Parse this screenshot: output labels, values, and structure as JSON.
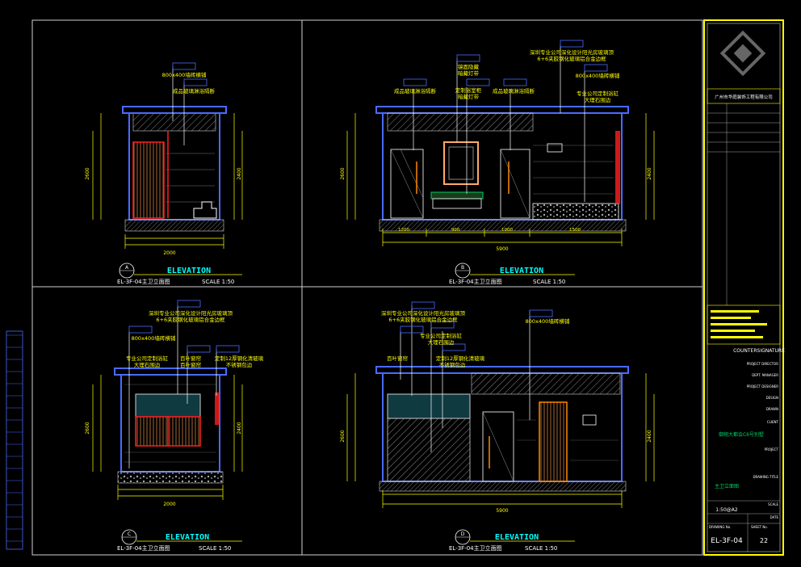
{
  "panels": [
    {
      "id": "A",
      "title": "ELEVATION",
      "subtitle": "EL-3F-04主卫立面图",
      "scale": "SCALE 1:50",
      "notes": [
        "800x400墙砖横铺",
        "成品玻璃淋浴隔断"
      ],
      "bottom_dims": [
        "2000"
      ],
      "side_dims": [
        "2600",
        "2400"
      ]
    },
    {
      "id": "B",
      "title": "ELEVATION",
      "subtitle": "EL-3F-04主卫立面图",
      "scale": "SCALE 1:50",
      "notes": [
        "成品玻璃淋浴隔断",
        "镜面隐藏",
        "暗藏灯带",
        "定制浴室柜",
        "暗藏灯带",
        "成品玻璃淋浴隔断",
        "深圳专业公司深化设计阳光房玻璃顶",
        "6+6夹胶钢化玻璃铝合金边框",
        "800x400墙砖横铺",
        "专业公司定制浴缸",
        "大理石围边"
      ],
      "bottom_dims": [
        "1200",
        "900",
        "1000",
        "1500",
        "5900"
      ],
      "side_dims": [
        "2600",
        "2400"
      ]
    },
    {
      "id": "C",
      "title": "ELEVATION",
      "subtitle": "EL-3F-04主卫立面图",
      "scale": "SCALE 1:50",
      "notes": [
        "深圳专业公司深化设计阳光房玻璃顶",
        "6+6夹胶钢化玻璃铝合金边框",
        "800x400墙砖横铺",
        "专业公司定制浴缸",
        "大理石围边",
        "百叶窗帘",
        "百叶窗帘",
        "定制12厚钢化清玻璃",
        "不锈钢包边"
      ],
      "bottom_dims": [
        "2000"
      ],
      "side_dims": [
        "2600",
        "2400"
      ]
    },
    {
      "id": "D",
      "title": "ELEVATION",
      "subtitle": "EL-3F-04主卫立面图",
      "scale": "SCALE 1:50",
      "notes": [
        "深圳专业公司深化设计阳光房玻璃顶",
        "6+6夹胶钢化玻璃铝合金边框",
        "800x400墙砖横铺",
        "百叶窗帘",
        "专业公司定制浴缸",
        "大理石围边",
        "定制12厚钢化清玻璃",
        "不锈钢包边"
      ],
      "bottom_dims": [
        "5900"
      ],
      "side_dims": [
        "2600",
        "2400"
      ]
    }
  ],
  "title_block": {
    "company": "广州市华庭装饰工程有限公司",
    "counter_signature": "COUNTERSIGNATURE",
    "project": "御翔大都会C6号别墅",
    "drawing_title": "主卫立面图",
    "scale_value": "1:50@A2",
    "drawing_no": "EL-3F-04",
    "sheet_no": "22",
    "labels": [
      "PROJECT DIRECTOR",
      "DEPT. MANAGER",
      "PROJECT DESIGNER",
      "DESIGN",
      "DRAWN",
      "CLIENT",
      "PROJECT",
      "DRAWING TITLE",
      "SCALE",
      "DATE",
      "DRAWING No.",
      "SHEET No."
    ]
  },
  "colors": {
    "background": "#000000",
    "frame": "#cfcfcf",
    "yellow": "#ffff00",
    "cyan": "#00ffff",
    "blue": "#4a6bff",
    "red": "#ff2020",
    "white": "#ffffff",
    "green": "#00cc66"
  }
}
